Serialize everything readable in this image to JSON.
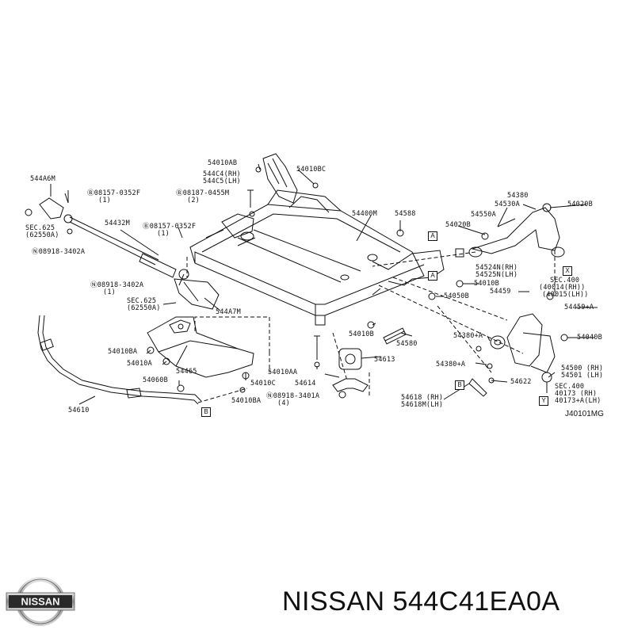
{
  "diagram_code": "J40101MG",
  "caption": {
    "brand": "NISSAN",
    "part_number": "544C41EA0A"
  },
  "logo": {
    "text": "NISSAN"
  },
  "labels": {
    "l_544A6M": "544A6M",
    "l_08157_0352F_a": "Ⓑ08157-0352F",
    "l_08157_0352F_a_qty": "(1)",
    "l_sec625_a": "SEC.625",
    "l_sec625_a_ref": "(62550A)",
    "l_08918_3402A_a": "Ⓝ08918-3402A",
    "l_54432M": "54432M",
    "l_08157_0352F_b": "Ⓑ08157-0352F",
    "l_08157_0352F_b_qty": "(1)",
    "l_08918_3402A_b": "Ⓝ08918-3402A",
    "l_08918_3402A_b_qty": "(1)",
    "l_sec625_b": "SEC.625",
    "l_sec625_b_ref": "(62550A)",
    "l_544A7M": "544A7M",
    "l_54010AB": "54010AB",
    "l_544C4": "544C4(RH)",
    "l_544C5": "544C5(LH)",
    "l_08187_0455M": "Ⓑ08187-0455M",
    "l_08187_0455M_qty": "(2)",
    "l_54010BC": "54010BC",
    "l_54400M": "54400M",
    "l_54588": "54588",
    "l_54010BA_a": "54010BA",
    "l_54010A": "54010A",
    "l_54465": "54465",
    "l_54060B": "54060B",
    "l_54610": "54610",
    "l_54010AA": "54010AA",
    "l_54010C": "54010C",
    "l_54614": "54614",
    "l_54613": "54613",
    "l_54010B_a": "54010B",
    "l_54010BA_b": "54010BA",
    "l_08918_3401A": "Ⓝ08918-3401A",
    "l_08918_3401A_qty": "(4)",
    "l_54580": "54580",
    "l_54380_top": "54380",
    "l_54020B_top": "54020B",
    "l_54530A": "54530A",
    "l_54550A": "54550A",
    "l_54020B_mid": "54020B",
    "l_54524N": "54524N(RH)",
    "l_54525N": "54525N(LH)",
    "l_54010B_b": "54010B",
    "l_54050B": "54050B",
    "l_54459": "54459",
    "l_sec400_a": "SEC.400",
    "l_40014": "(40014(RH))",
    "l_40015": "(40015(LH))",
    "l_54459A": "54459+A",
    "l_54040B": "54040B",
    "l_54380A_a": "54380+A",
    "l_54380A_b": "54380+A",
    "l_54500": "54500 (RH)",
    "l_54501": "54501 (LH)",
    "l_54622": "54622",
    "l_sec400_b": "SEC.400",
    "l_40173": "40173 (RH)",
    "l_40173A": "40173+A(LH)",
    "l_54618": "54618 (RH)",
    "l_54618M": "54618M(LH)"
  },
  "ref_boxes": [
    "A",
    "A",
    "X",
    "Y",
    "B",
    "B"
  ]
}
